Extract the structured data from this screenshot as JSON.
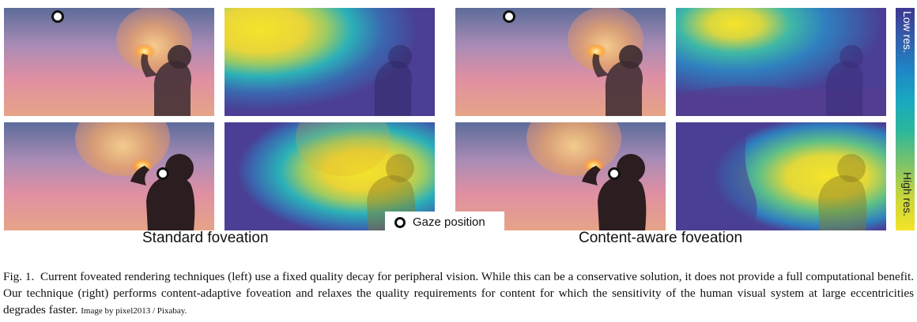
{
  "figure": {
    "legend": {
      "label": "Gaze position"
    },
    "colorbar": {
      "top_label": "Low res.",
      "bottom_label": "High res."
    },
    "sections": [
      {
        "label": "Standard foveation"
      },
      {
        "label": "Content-aware foveation"
      }
    ]
  },
  "caption": {
    "prefix": "Fig. 1.",
    "text": "Current foveated rendering techniques (left) use a fixed quality decay for peripheral vision. While this can be a conservative solution, it does not provide a full computational benefit. Our technique (right) performs content-adaptive foveation and relaxes the quality requirements for content for which the sensitivity of the human visual system at large eccentricities degrades faster.",
    "credit": "Image by pixel2013 / Pixabay."
  },
  "colors": {
    "sky_top": "#6f6f9a",
    "sky_mid": "#d98aa0",
    "sky_bottom": "#e7a07a",
    "heat_low": "#3d3790",
    "heat_high": "#f4e42a"
  }
}
